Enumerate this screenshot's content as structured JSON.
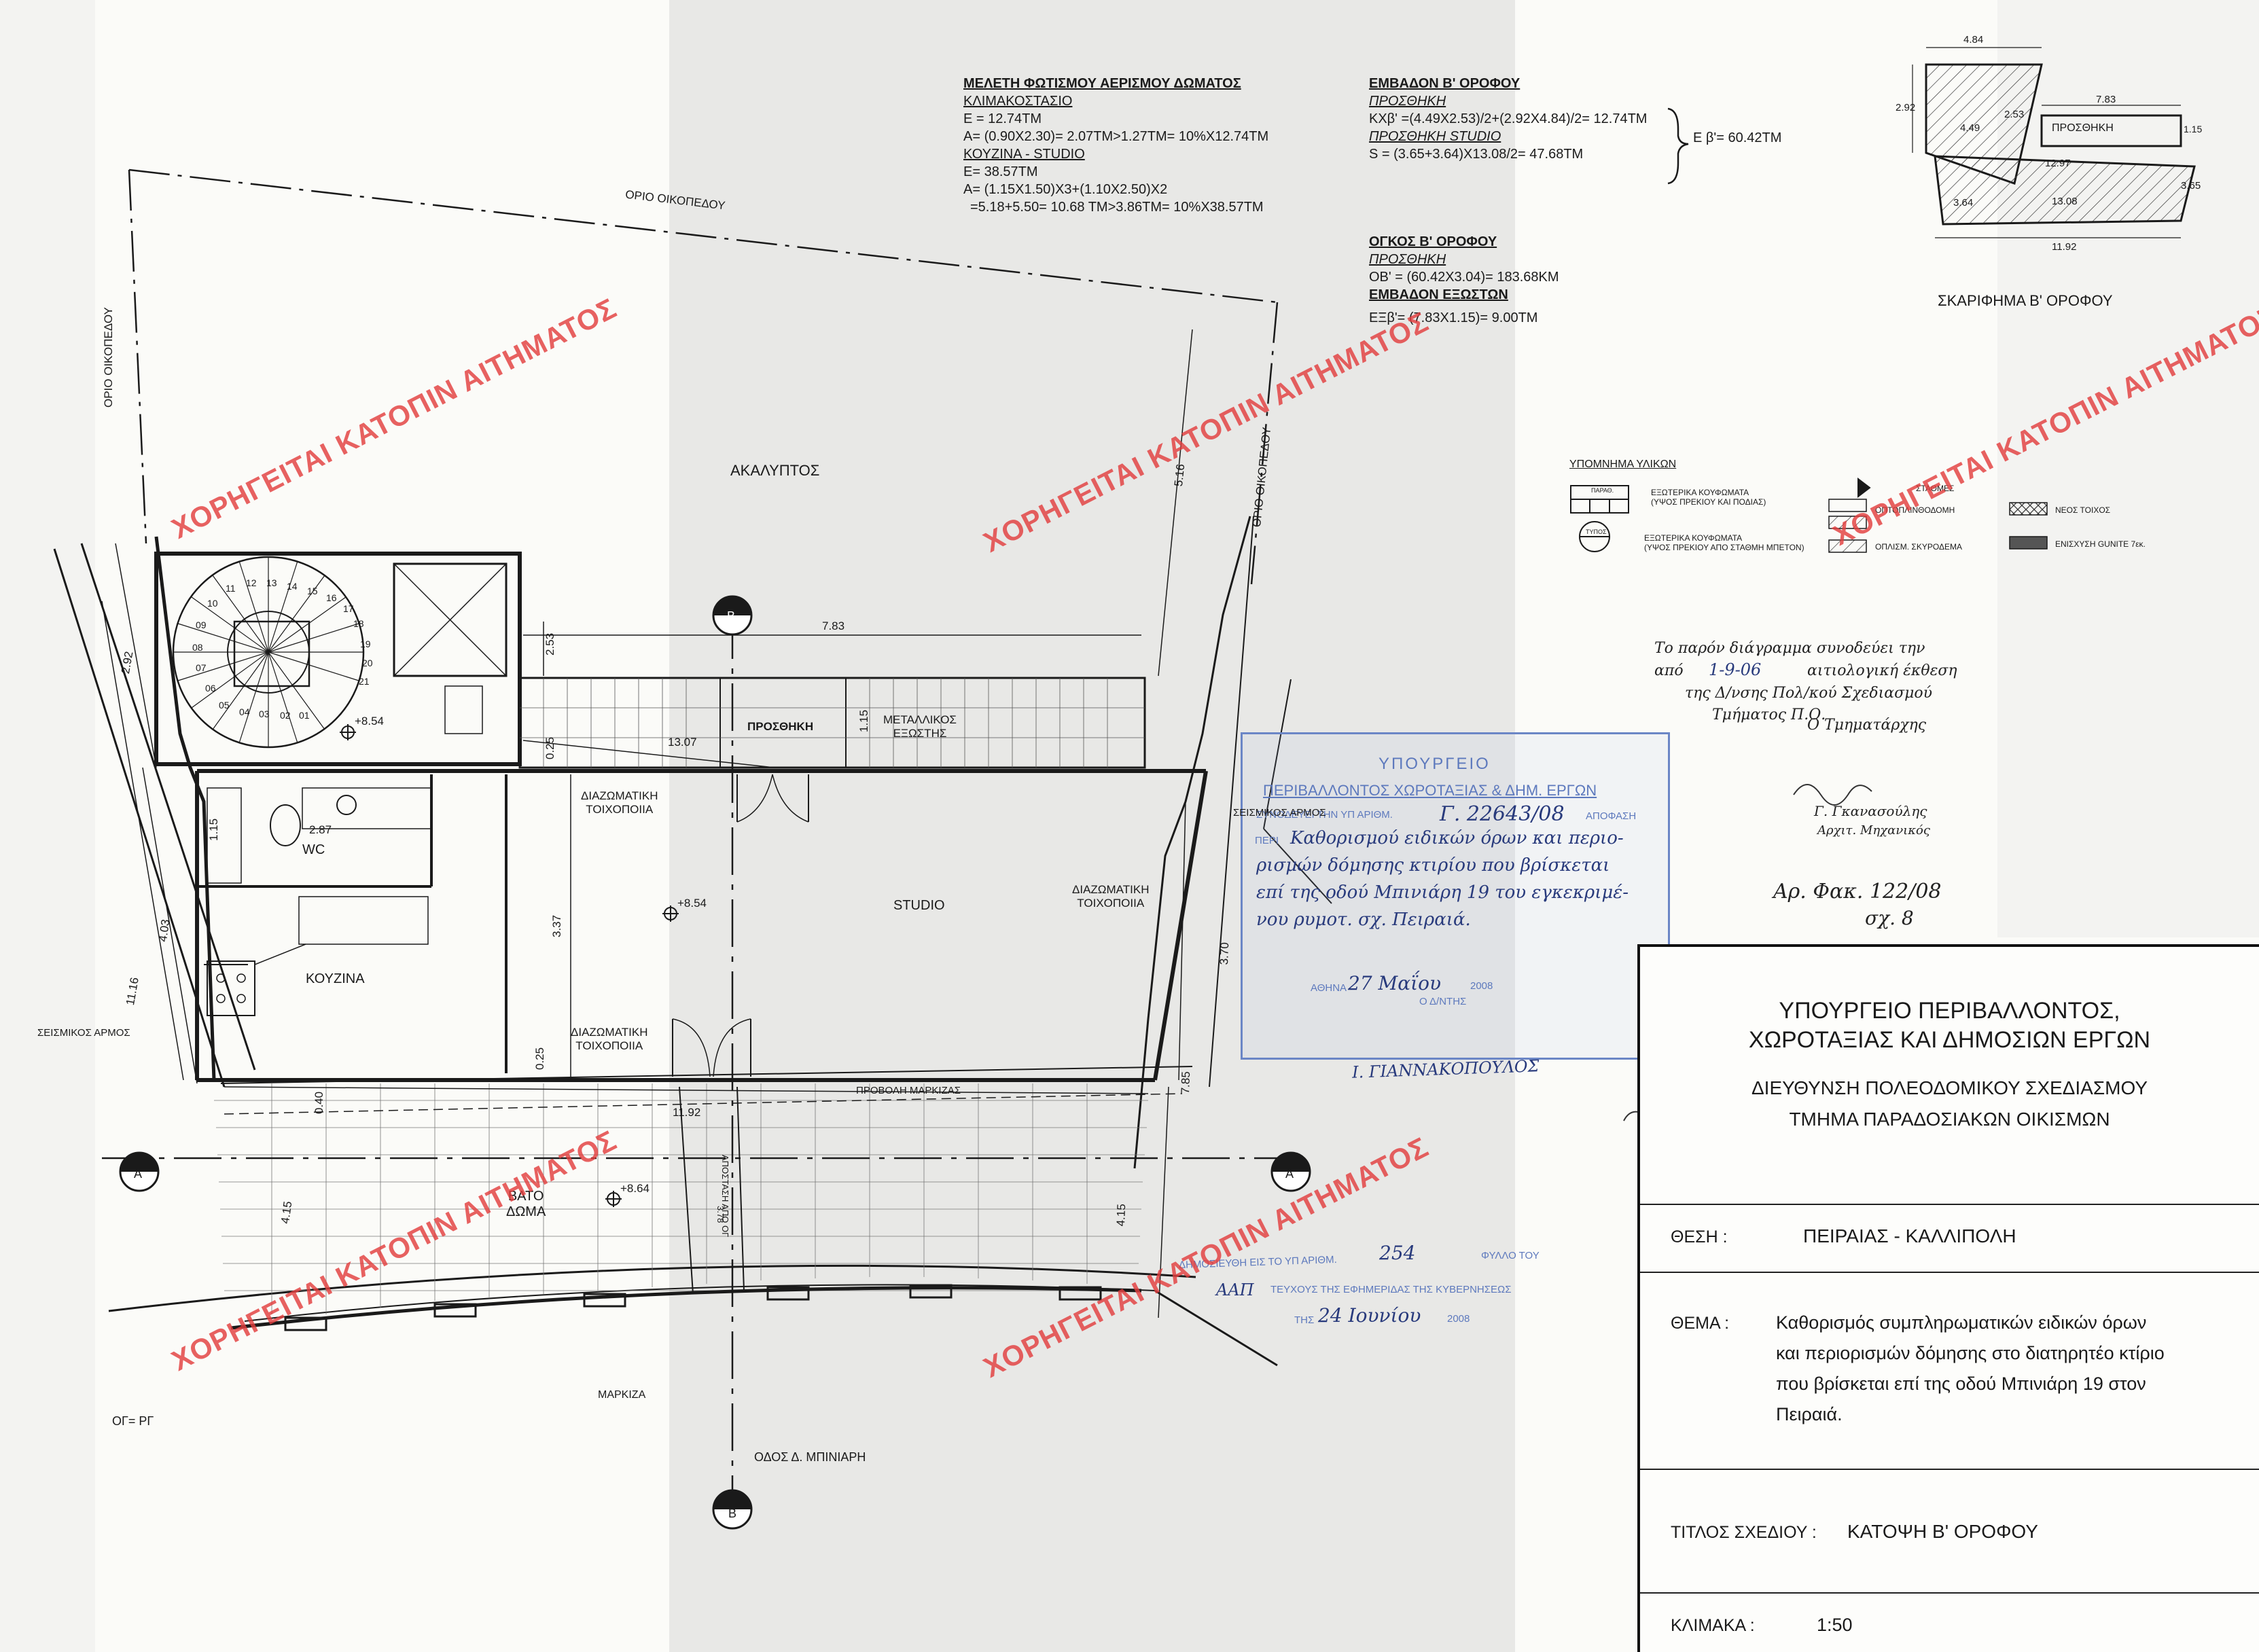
{
  "colors": {
    "line": "#1a1a1a",
    "watermark": "#e23e3e",
    "stamp_blue": "#5d79bd",
    "ink_blue": "#283a7c",
    "paper": "#fbfbf8"
  },
  "calc_top": {
    "title": "ΜΕΛΕΤΗ ΦΩΤΙΣΜΟΥ ΑΕΡΙΣΜΟΥ ΔΩΜΑΤΟΣ",
    "stair_h": "ΚΛΙΜΑΚΟΣΤΑΣΙΟ",
    "stair_e": "E = 12.74TM",
    "stair_a": "A= (0.90X2.30)= 2.07TM>1.27TM=  10%X12.74TM",
    "kitchen_h": "ΚΟΥΖΙΝΑ - STUDIO",
    "kitchen_e": "E= 38.57TM",
    "kitchen_a": "A= (1.15X1.50)X3+(1.10X2.50)X2",
    "kitchen_a2": "=5.18+5.50= 10.68 TM>3.86TM= 10%X38.57TM"
  },
  "calc_area": {
    "title": "ΕΜΒΑΔΟΝ Β' ΟΡΟΦΟΥ",
    "add_h": "ΠΡΟΣΘΗΚΗ",
    "add_line": "ΚΧβ' =(4.49X2.53)/2+(2.92X4.84)/2= 12.74TM",
    "studio_h": "ΠΡΟΣΘΗΚΗ STUDIO",
    "studio_line": "S = (3.65+3.64)X13.08/2= 47.68TM",
    "total": "Ε β'= 60.42TM",
    "vol_title": "ΟΓΚΟΣ Β' ΟΡΟΦΟΥ",
    "vol_h": "ΠΡΟΣΘΗΚΗ",
    "vol_line": "ΟΒ' = (60.42X3.04)= 183.68KM",
    "ext_title": "ΕΜΒΑΔΟΝ ΕΞΩΣΤΩΝ",
    "ext_line": "ΕΞβ'= (7.83X1.15)= 9.00TM"
  },
  "sketch": {
    "caption": "ΣΚΑΡΙΦΗΜΑ Β' ΟΡΟΦΟΥ",
    "label": "ΠΡΟΣΘΗΚΗ",
    "dims": [
      "4.84",
      "7.83",
      "2.92",
      "4.49",
      "2.53",
      "1.15",
      "12.97",
      "13.08",
      "3.65",
      "3.64",
      "11.92"
    ]
  },
  "legend": {
    "title": "ΥΠΟΜΝΗΜΑ ΥΛΙΚΩΝ",
    "box_a": "ΠΑΡΑΘ.",
    "box_b": "ΤΥΠΟΣ",
    "win1": "ΕΞΩΤΕΡΙΚΑ ΚΟΥΦΩΜΑΤΑ",
    "win1b": "(ΥΨΟΣ ΠΡΕΚΙΟΥ ΚΑΙ ΠΟΔΙΑΣ)",
    "win2": "ΕΞΩΤΕΡΙΚΑ ΚΟΥΦΩΜΑΤΑ",
    "win2b": "(ΥΨΟΣ ΠΡΕΚΙΟΥ ΑΠΟ ΣΤΑΘΜΗ ΜΠΕΤΟΝ)",
    "stathmes": "ΣΤΑΘΜΕΣ",
    "brick": "ΟΠΤΟΠΛΙΝΘΟΔΟΜΗ",
    "concrete": "ΟΠΛΙΣΜ. ΣΚΥΡΟΔΕΜΑ",
    "new_wall": "ΝΕΟΣ ΤΟΙΧΟΣ",
    "gunite": "ΕΝΙΣΧΥΣΗ GUNITE 7εκ."
  },
  "note": {
    "line1": "Το παρόν διάγραμμα συνοδεύει την",
    "line2_a": "από",
    "line2_date": "1-9-06",
    "line2_b": "αιτιολογική έκθεση",
    "line3": "της Δ/νσης Πολ/κού Σχεδιασμού",
    "line4": "Τμήματος Π.Ο.",
    "role": "Ο Τμηματάρχης",
    "name": "Γ. Γκανασούλης",
    "title": "Αρχιτ. Μηχανικός",
    "file": "Αρ. Φακ. 122/08",
    "sheet": "σχ. 8"
  },
  "stamp": {
    "l1": "ΥΠΟΥΡΓΕΙΟ",
    "l2": "ΠΕΡΙΒΑΛΛΟΝΤΟΣ ΧΩΡΟΤΑΞΙΑΣ & ΔΗΜ. ΕΡΓΩΝ",
    "l3": "ΣΥΝΟΔΕΥΕΙ ΤΗΝ ΥΠ ΑΡΙΘΜ.",
    "decision_no": "Γ. 22643/08",
    "decision": "ΑΠΟΦΑΣΗ",
    "per": "ΠΕΡΙ",
    "h1": "Καθορισμού ειδικών όρων και περιο-",
    "h2": "ρισμών δόμησης κτιρίου που βρίσκεται",
    "h3": "επί της οδού Μπινιάρη 19 του εγκεκριμέ-",
    "h4": "νου ρυμοτ. σχ. Πειραιά.",
    "city": "ΑΘΗΝΑ",
    "date": "27 Μαΐου",
    "year": "2008",
    "dir": "Ο Δ/ΝΤΗΣ",
    "signer": "Ι. ΓΙΑΝΝΑΚΟΠΟΥΛΟΣ"
  },
  "gazette": {
    "a": "ΔΗΜΟΣΙΕΥΘΗ ΕΙΣ ΤΟ ΥΠ ΑΡΙΘΜ.",
    "no": "254",
    "b": "ΦΥΛΛΟ ΤΟΥ",
    "issue": "ΑΑΠ",
    "c": "ΤΕΥΧΟΥΣ ΤΗΣ ΕΦΗΜΕΡΙΔΑΣ ΤΗΣ ΚΥΒΕΡΝΗΣΕΩΣ",
    "d": "ΤΗΣ",
    "date": "24 Ιουνίου",
    "year": "2008"
  },
  "title_block": {
    "ministry1": "ΥΠΟΥΡΓΕΙΟ  ΠΕΡΙΒΑΛΛΟΝΤΟΣ,",
    "ministry2": "ΧΩΡΟΤΑΞΙΑΣ ΚΑΙ ΔΗΜΟΣΙΩΝ ΕΡΓΩΝ",
    "dept1": "ΔΙΕΥΘΥΝΣΗ ΠΟΛΕΟΔΟΜΙΚΟΥ ΣΧΕΔΙΑΣΜΟΥ",
    "dept2": "ΤΜΗΜΑ ΠΑΡΑΔΟΣΙΑΚΩΝ ΟΙΚΙΣΜΩΝ",
    "place_label": "ΘΕΣΗ :",
    "place": "ΠΕΙΡΑΙΑΣ - ΚΑΛΛΙΠΟΛΗ",
    "subject_label": "ΘΕΜΑ :",
    "subject1": "Καθορισμός συμπληρωματικών ειδικών όρων",
    "subject2": "και περιορισμών δόμησης στο διατηρητέο κτίριο",
    "subject3": "που βρίσκεται επί της οδού Μπινιάρη 19 στον",
    "subject4": "Πειραιά.",
    "drawing_label": "ΤΙΤΛΟΣ ΣΧΕΔΙΟΥ :",
    "drawing": "ΚΑΤΟΨΗ Β' ΟΡΟΦΟΥ",
    "scale_label": "ΚΛΙΜΑΚΑ :",
    "scale": "1:50"
  },
  "watermark": "ΧΟΡΗΓΕΙΤΑΙ ΚΑΤΟΠΙΝ ΑΙΤΗΜΑΤΟΣ",
  "plan": {
    "boundary_top": "ΟΡΙΟ ΟΙΚΟΠΕΔΟΥ",
    "boundary_left": "ΟΡΙΟ ΟΙΚΟΠΕΔΟΥ",
    "boundary_right": "ΟΡΙΟ ΟΙΚΟΠΕΔΟΥ",
    "akalyptos": "ΑΚΑΛΥΠΤΟΣ",
    "prosthiki": "ΠΡΟΣΘΗΚΗ",
    "metal1": "ΜΕΤΑΛΛΙΚΟΣ",
    "metal2": "ΕΞΩΣΤΗΣ",
    "diaz1": "ΔΙΑΖΩΜΑΤΙΚΗ",
    "diaz1b": "ΤΟΙΧΟΠΟΙΙΑ",
    "seismic_top": "ΣΕΙΣΜΙΚΟΣ ΑΡΜΟΣ",
    "wc": "WC",
    "studio": "STUDIO",
    "diaz2": "ΔΙΑΖΩΜΑΤΙΚΗ",
    "diaz2b": "ΤΟΙΧΟΠΟΙΙΑ",
    "kitchen": "ΚΟΥΖΙΝΑ",
    "seismic_left": "ΣΕΙΣΜΙΚΟΣ ΑΡΜΟΣ",
    "diaz3": "ΔΙΑΖΩΜΑΤΙΚΗ",
    "diaz3b": "ΤΟΙΧΟΠΟΙΙΑ",
    "marquee_proj": "ΠΡΟΒΟΛΗ ΜΑΡΚΙΖΑΣ",
    "roof1": "ΒΑΤΟ",
    "roof2": "ΔΩΜΑ",
    "marquee": "ΜΑΡΚΙΖΑ",
    "street": "ΟΔΟΣ Δ. ΜΠΙΝΙΑΡΗ",
    "og": "ΟΓ= ΡΓ",
    "distance": "ΑΠΟΣΤΑΣΗ ΑΠΟ ΟΓ",
    "distance_val": "3.78",
    "level1": "+8.54",
    "level2": "+8.54",
    "level3": "+8.64",
    "sec_b": "B",
    "sec_a": "A",
    "stair_nums": [
      "01",
      "02",
      "03",
      "04",
      "05",
      "06",
      "07",
      "08",
      "09",
      "10",
      "11",
      "12",
      "13",
      "14",
      "15",
      "16",
      "17",
      "18",
      "19",
      "20",
      "21"
    ],
    "dims": {
      "d783": "7.83",
      "d253": "2.53",
      "d1307": "13.07",
      "d115": "1.15",
      "d025a": "0.25",
      "d287": "2.87",
      "d115b": "1.15",
      "d337": "3.37",
      "d403": "4.03",
      "d1116": "11.16",
      "d292": "2.92",
      "d025b": "0.25",
      "d040": "0.40",
      "d1192": "11.92",
      "d370": "3.70",
      "d785": "7.85",
      "d516": "5.16",
      "d415a": "4.15",
      "d415b": "4.15"
    }
  }
}
